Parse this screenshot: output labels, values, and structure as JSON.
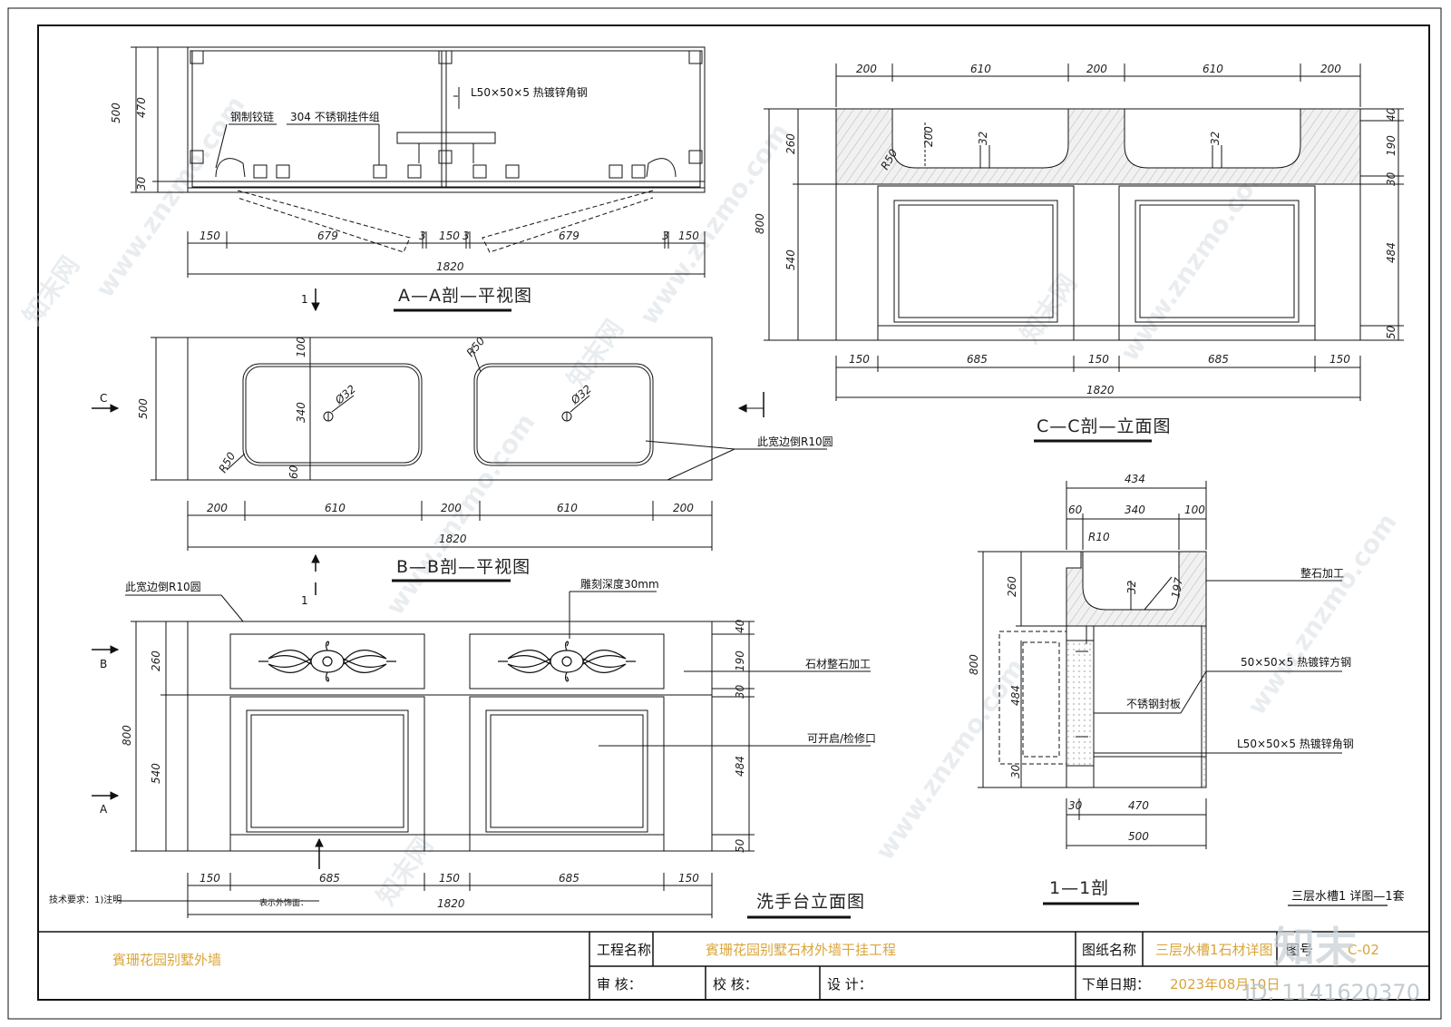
{
  "colors": {
    "line": "#111111",
    "title_value": "#d9a53b",
    "hatch": "#777777",
    "watermark": "#c3ccd2"
  },
  "views": {
    "aa": {
      "title": "A—A剖—平视图",
      "labels": {
        "steel": "L50×50×5 热镀锌角钢",
        "hinge": "钢制铰链",
        "hanger": "304 不锈钢挂件组"
      },
      "h_dims": [
        "150",
        "679",
        "3",
        "150",
        "3",
        "679",
        "3",
        "150"
      ],
      "total": "1820",
      "v_dims": [
        "500",
        "470",
        "30"
      ],
      "section_mark": "1"
    },
    "bb": {
      "title": "B—B剖—平视图",
      "labels": {
        "edge": "此宽边倒R10圆"
      },
      "h_dims": [
        "200",
        "610",
        "200",
        "610",
        "200"
      ],
      "total": "1820",
      "v_dims": [
        "500",
        "100",
        "340",
        "60"
      ],
      "radii": [
        "R50",
        "R50"
      ],
      "drain": [
        "Ø32",
        "Ø32"
      ],
      "marks": {
        "c": "C",
        "one": "1"
      }
    },
    "cc": {
      "title": "C—C剖—立面图",
      "top_dims": [
        "200",
        "610",
        "200",
        "610",
        "200"
      ],
      "bottom_dims": [
        "150",
        "685",
        "150",
        "685",
        "150"
      ],
      "total": "1820",
      "v_left": [
        "260",
        "800",
        "540"
      ],
      "v_right": [
        "40",
        "190",
        "30",
        "484",
        "50"
      ],
      "basin": [
        "200",
        "32",
        "32",
        "R50"
      ]
    },
    "elev": {
      "title": "洗手台立面图",
      "labels": {
        "edge": "此宽边倒R10圆",
        "carve": "雕刻深度30mm",
        "stone": "石材整石加工",
        "door": "可开启/检修口"
      },
      "h_dims": [
        "150",
        "685",
        "150",
        "685",
        "150"
      ],
      "total": "1820",
      "v_left": [
        "260",
        "800",
        "540"
      ],
      "v_right": [
        "40",
        "190",
        "30",
        "484",
        "50"
      ],
      "marks": {
        "b": "B",
        "a": "A"
      },
      "note_left": "技术要求：1)注明",
      "note_mid": "表示外饰面："
    },
    "s11": {
      "title": "1—1剖",
      "top_dims": [
        "434",
        "60",
        "340",
        "100"
      ],
      "radius": "R10",
      "labels": {
        "stone": "整石加工",
        "tube": "50×50×5 热镀锌方钢",
        "plate": "不锈钢封板",
        "angle": "L50×50×5 热镀锌角钢"
      },
      "v_left": [
        "800",
        "260",
        "484",
        "30"
      ],
      "inner": [
        "32",
        "197"
      ],
      "bottom_dims": [
        "30",
        "470",
        "500"
      ]
    }
  },
  "sheet_note": "三层水槽1 详图—1套",
  "title_block": {
    "company": "賓珊花园别墅外墙",
    "project_label": "工程名称",
    "project_value": "賓珊花园别墅石材外墙干挂工程",
    "drawing_label": "图纸名称",
    "drawing_value": "三层水槽1石材详图",
    "number_label": "图号",
    "number_value": "C-02",
    "review_label": "审 核：",
    "check_label": "校 核：",
    "design_label": "设 计：",
    "date_label": "下单日期：",
    "date_value": "2023年08月10日"
  },
  "watermark": {
    "site": "www.znzmo.com",
    "brand": "知末网",
    "logo": "知末",
    "id": "ID: 1141620370"
  }
}
